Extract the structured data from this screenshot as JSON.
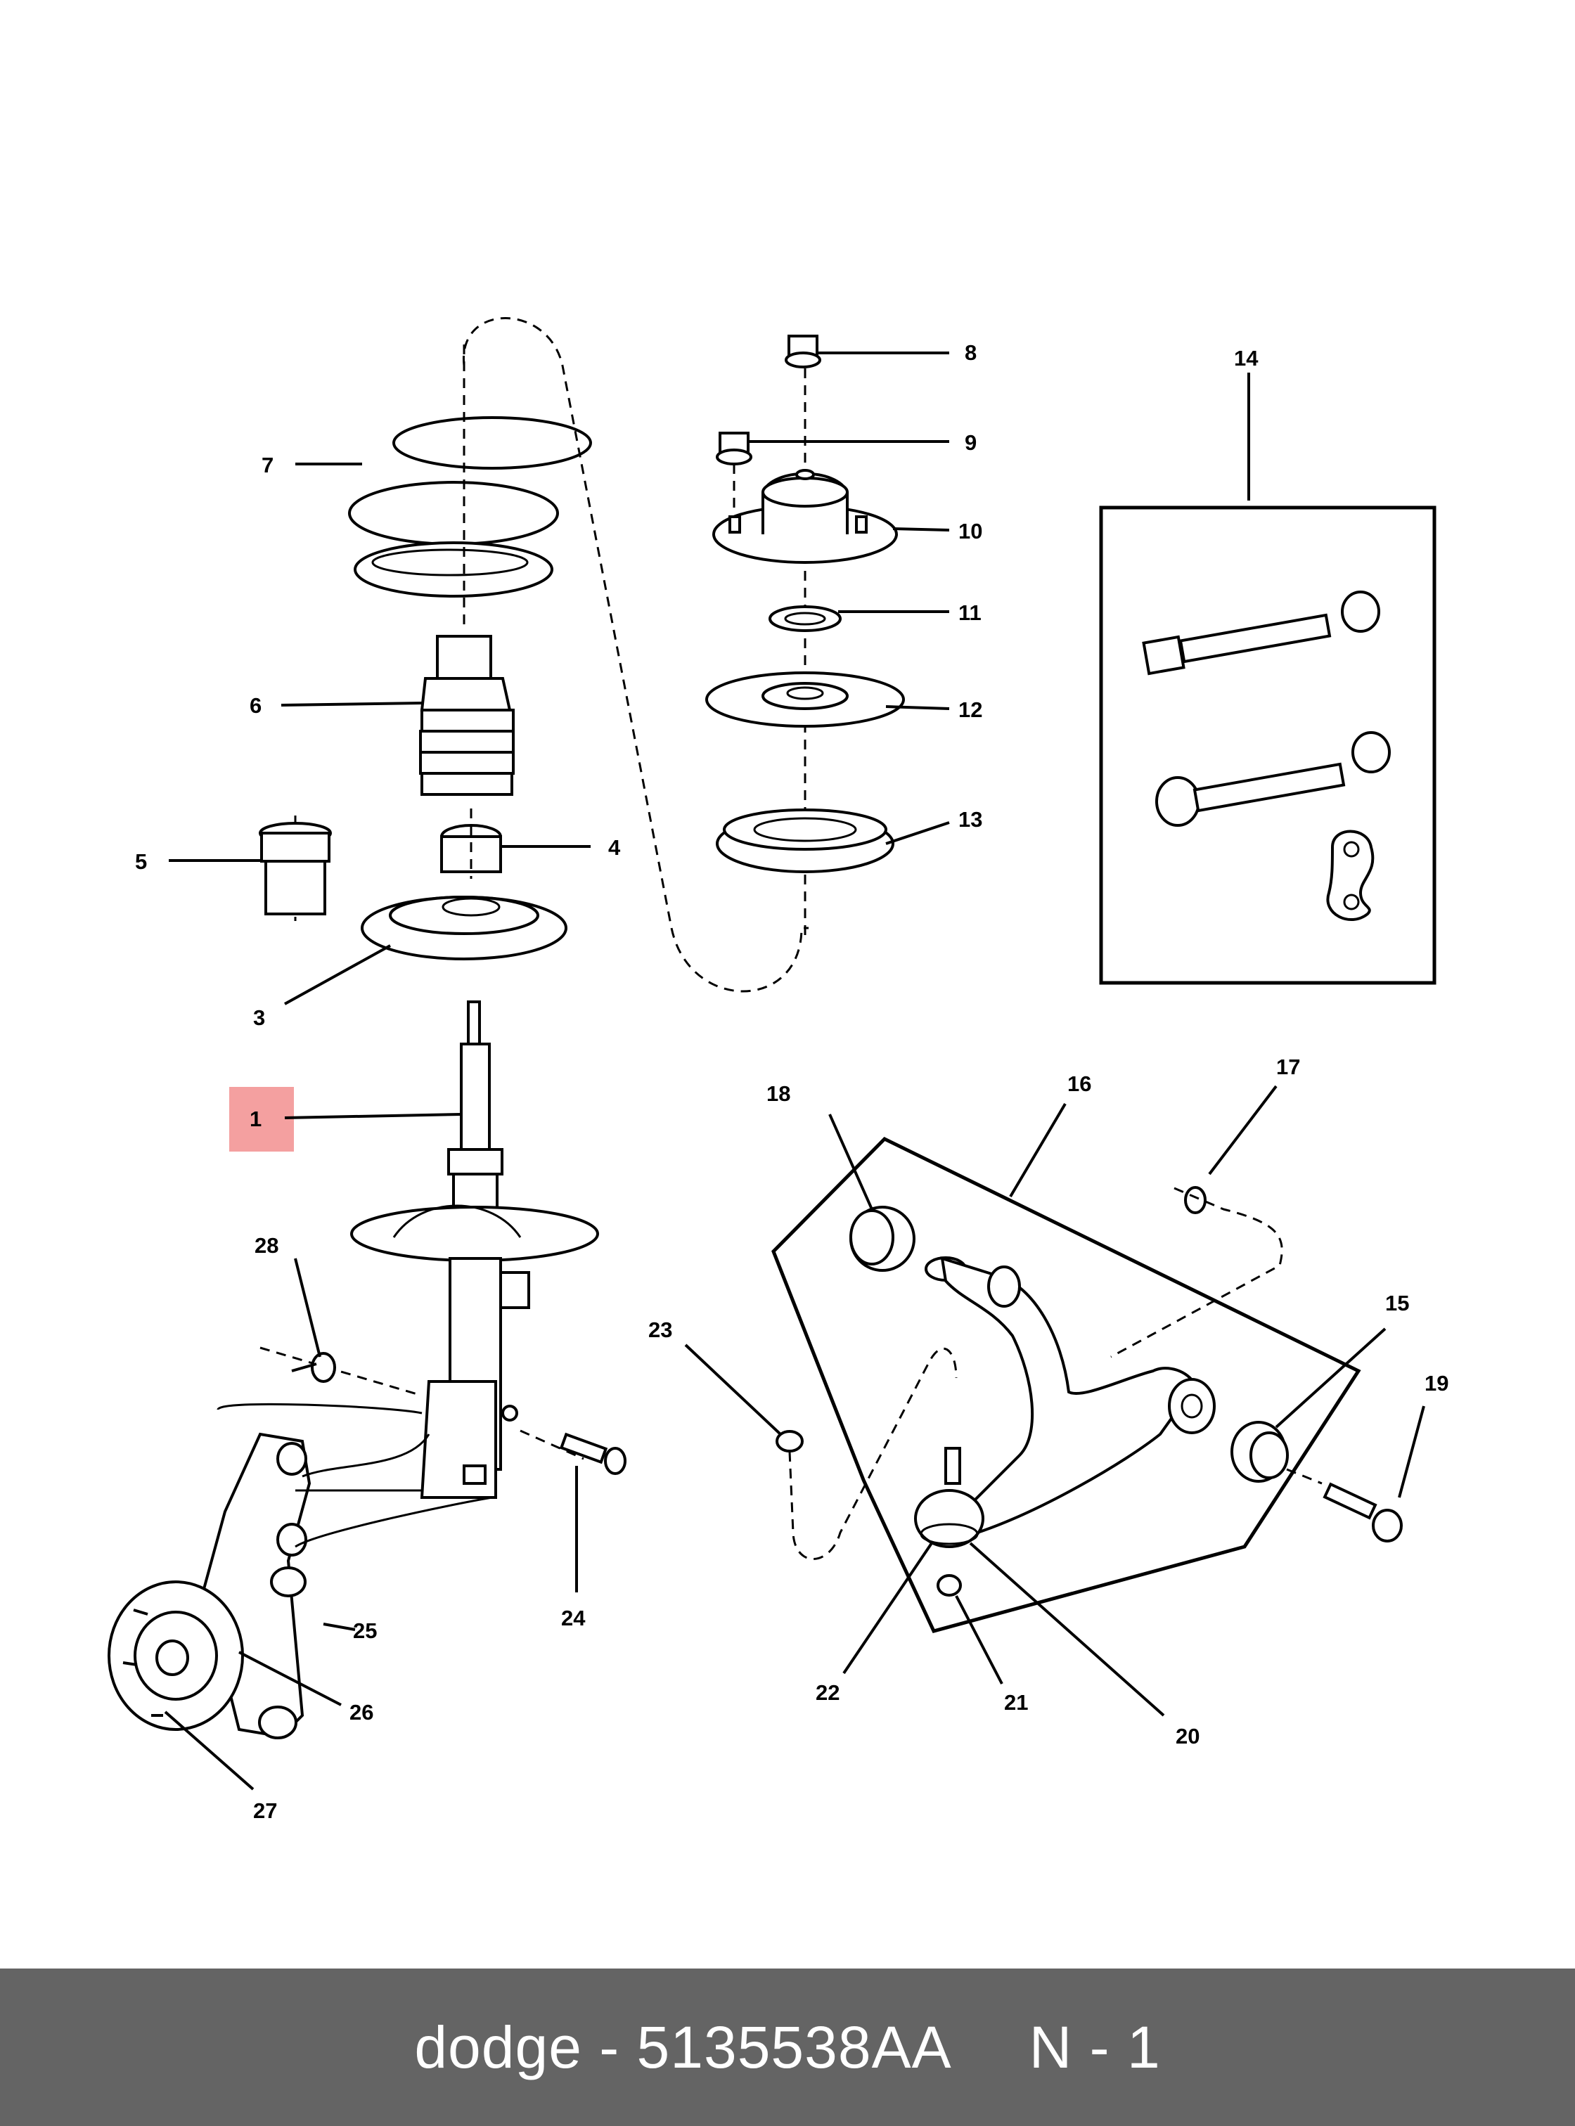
{
  "callouts": [
    "1",
    "3",
    "4",
    "5",
    "6",
    "7",
    "8",
    "9",
    "10",
    "11",
    "12",
    "13",
    "14",
    "15",
    "16",
    "17",
    "18",
    "19",
    "20",
    "21",
    "22",
    "23",
    "24",
    "25",
    "26",
    "27",
    "28"
  ],
  "highlight_color": "#f4a0a0",
  "footer": {
    "title": "dodge - 5135538AA",
    "page": "N - 1"
  },
  "footer_color": "#646464"
}
